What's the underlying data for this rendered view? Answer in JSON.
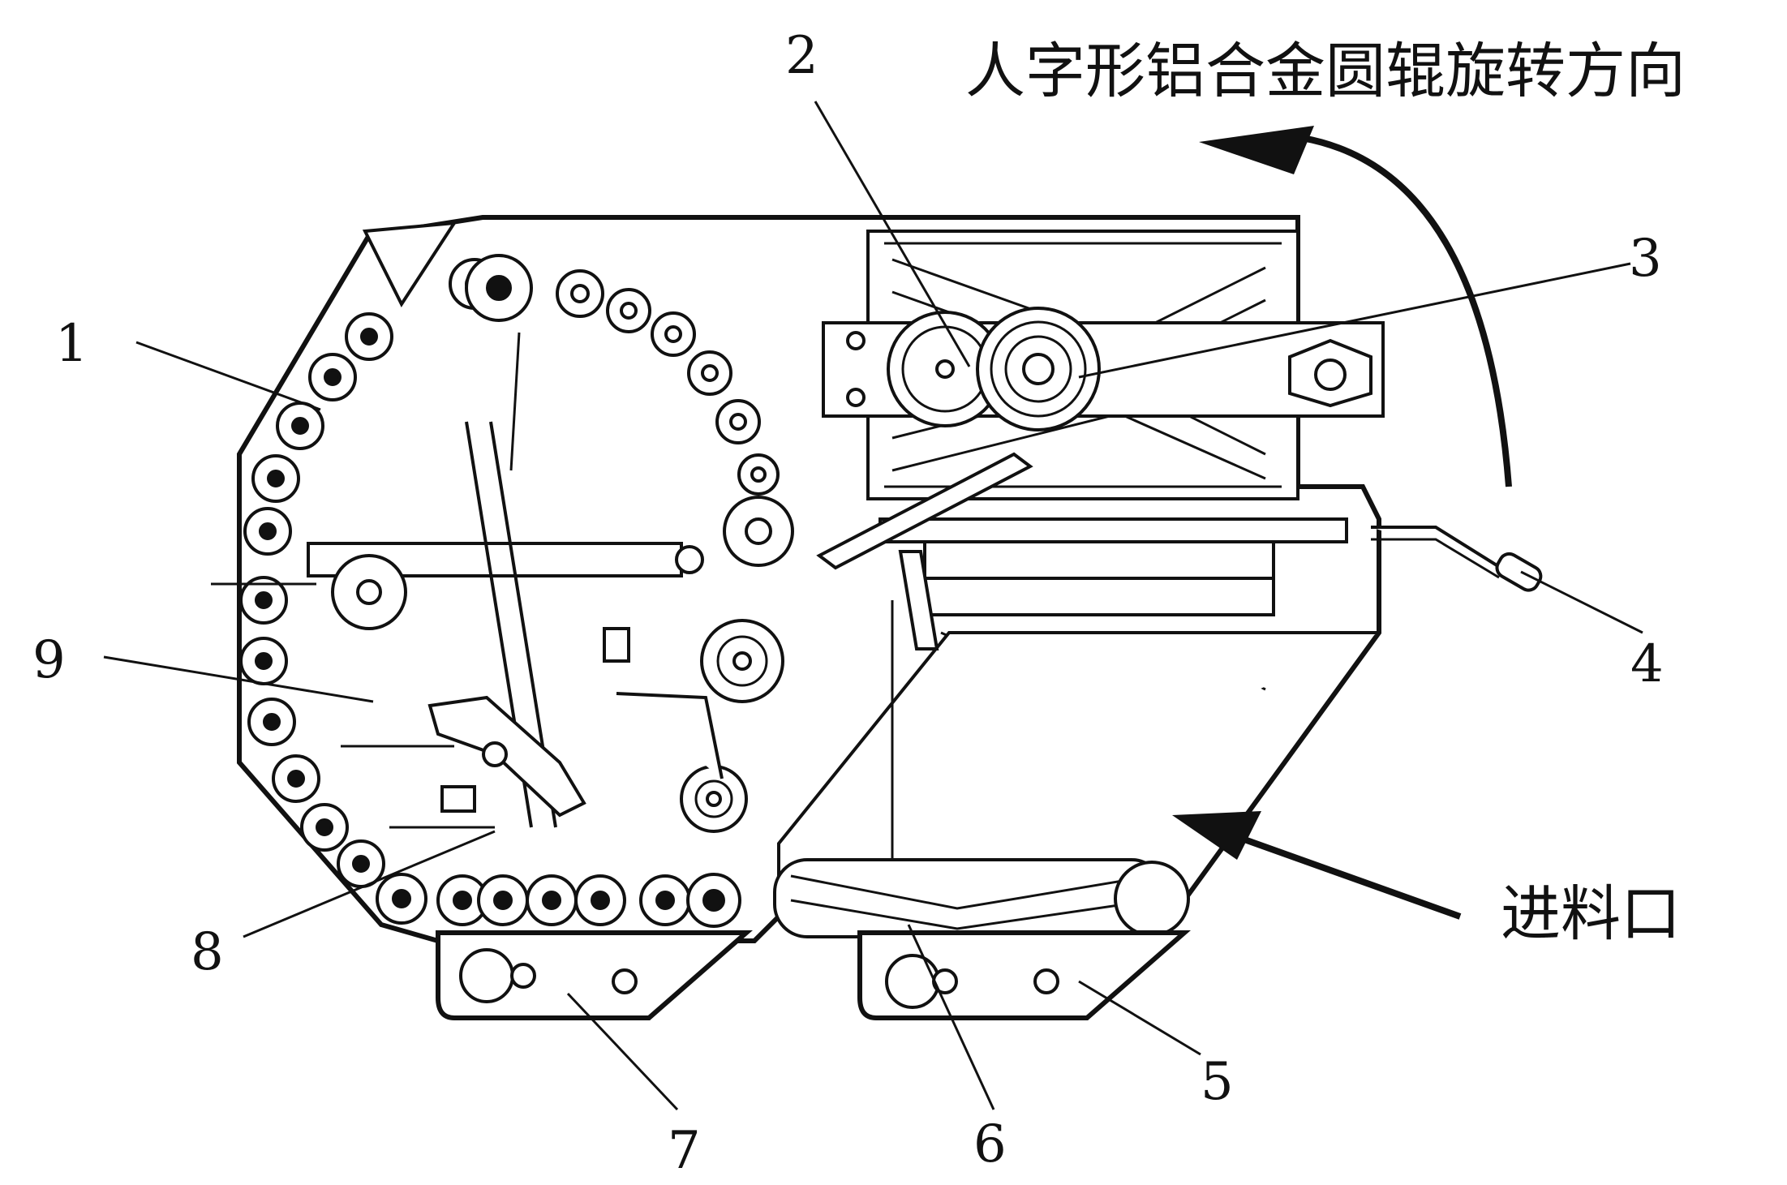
{
  "caption_rotation": "人字形铝合金圆辊旋转方向",
  "caption_inlet": "进料口",
  "callouts": [
    "1",
    "2",
    "3",
    "4",
    "5",
    "6",
    "7",
    "8",
    "9"
  ]
}
